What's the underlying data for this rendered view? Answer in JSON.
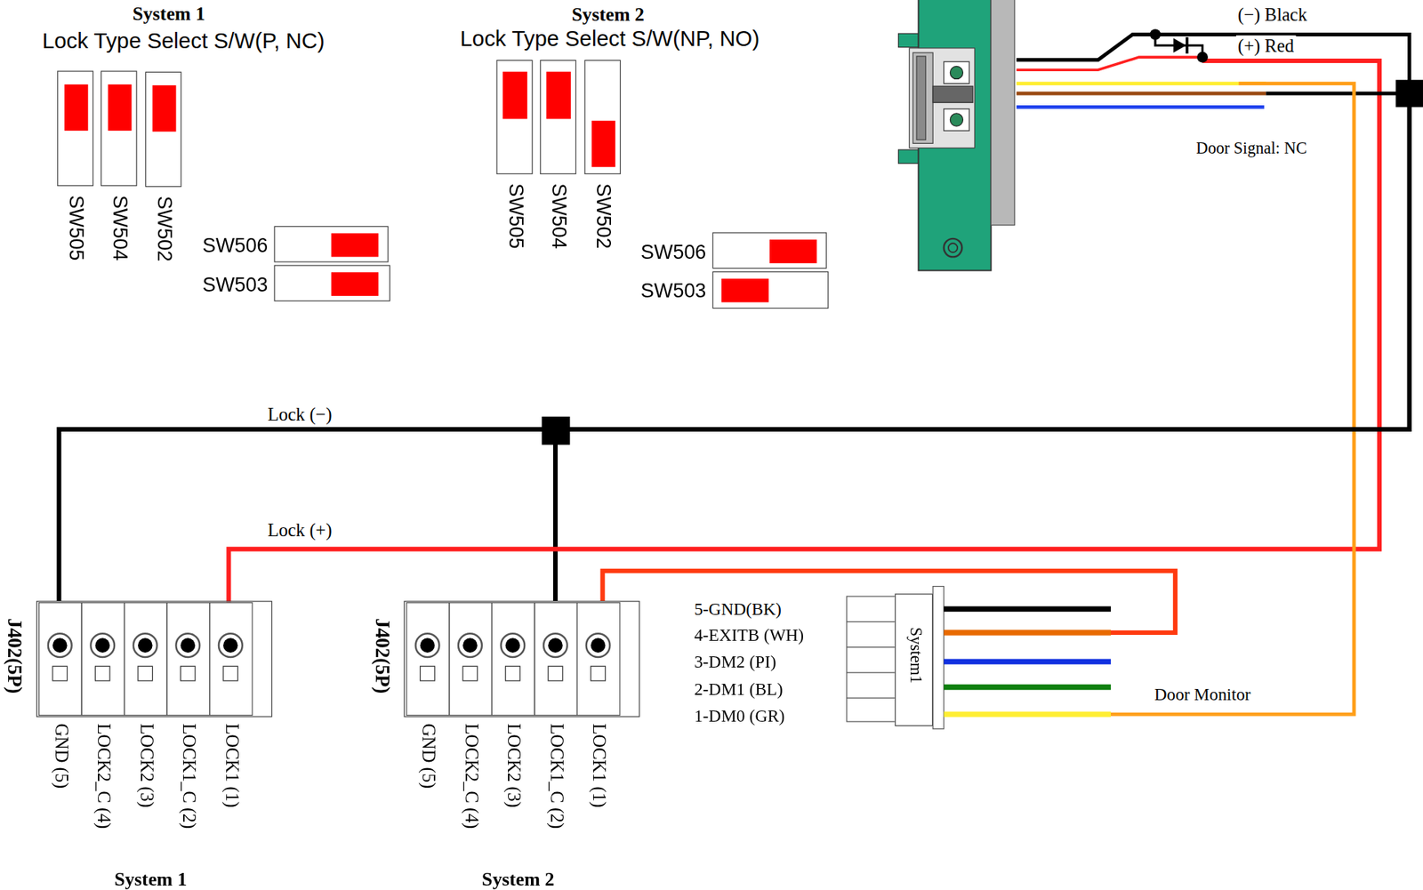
{
  "diagram": {
    "nodes": [
      {
        "text": [
          "SW505"
        ]
      },
      {
        "text": [
          "SW504"
        ]
      },
      {
        "text": [
          "SW502"
        ]
      },
      {
        "text": [
          "SW506"
        ]
      },
      {
        "text": [
          "SW503"
        ]
      },
      {
        "text": [
          "SW505"
        ]
      },
      {
        "text": [
          "SW504"
        ]
      },
      {
        "text": [
          "SW502"
        ]
      },
      {
        "text": [
          "SW506"
        ]
      },
      {
        "text": [
          "SW503"
        ]
      },
      {
        "text": [
          "J402(5P)",
          "GND (5)",
          "LOCK2_C (4)",
          "LOCK2 (3)",
          "LOCK1_C (2)",
          "LOCK1 (1)",
          "System 1"
        ]
      },
      {
        "text": [
          "J402(5P)",
          "GND (5)",
          "LOCK2_C (4)",
          "LOCK2 (3)",
          "LOCK1_C (2)",
          "LOCK1 (1)",
          "System 2"
        ]
      },
      {
        "text": [
          "System1"
        ]
      }
    ],
    "edges": [
      {
        "from": 10,
        "to": 11,
        "label": "Lock (−)",
        "arrow": "none"
      },
      {
        "from": 11,
        "to": 12,
        "arrow": "none"
      }
    ],
    "labels": [
      "System 1",
      "Lock Type Select S/W(P, NC)",
      "System 2",
      "Lock Type Select S/W(NP, NO)",
      "(−) Black",
      "(+) Red",
      "Door Signal: NC",
      "Lock (+)",
      "Door Monitor",
      "5-GND(BK)",
      "4-EXITB (WH)",
      "3-DM2 (PI)",
      "2-DM1 (BL)",
      "1-DM0 (GR)"
    ]
  }
}
